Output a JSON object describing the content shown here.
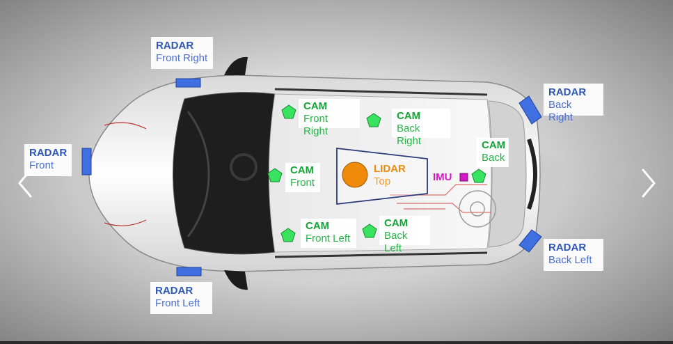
{
  "sensors": {
    "radar_front_right": {
      "kind": "RADAR",
      "position": "Front Right"
    },
    "radar_front": {
      "kind": "RADAR",
      "position": "Front"
    },
    "radar_front_left": {
      "kind": "RADAR",
      "position": "Front Left"
    },
    "radar_back_right": {
      "kind": "RADAR",
      "position": "Back Right"
    },
    "radar_back_left": {
      "kind": "RADAR",
      "position": "Back Left"
    },
    "cam_front_right": {
      "kind": "CAM",
      "position": "Front Right"
    },
    "cam_back_right": {
      "kind": "CAM",
      "position": "Back Right"
    },
    "cam_back": {
      "kind": "CAM",
      "position": "Back"
    },
    "cam_front": {
      "kind": "CAM",
      "position": "Front"
    },
    "cam_front_left": {
      "kind": "CAM",
      "position": "Front Left"
    },
    "cam_back_left": {
      "kind": "CAM",
      "position": "Back Left"
    },
    "lidar_top": {
      "kind": "LIDAR",
      "position": "Top"
    },
    "imu": {
      "kind": "IMU"
    }
  },
  "colors": {
    "radar": "#2f57b7",
    "radar_marker": "#3f6fe0",
    "cam": "#13a538",
    "cam_marker": "#39e35f",
    "lidar": "#f08a0a",
    "imu": "#d617c6"
  },
  "icons": {
    "prev": "chevron-left-icon",
    "next": "chevron-right-icon"
  }
}
